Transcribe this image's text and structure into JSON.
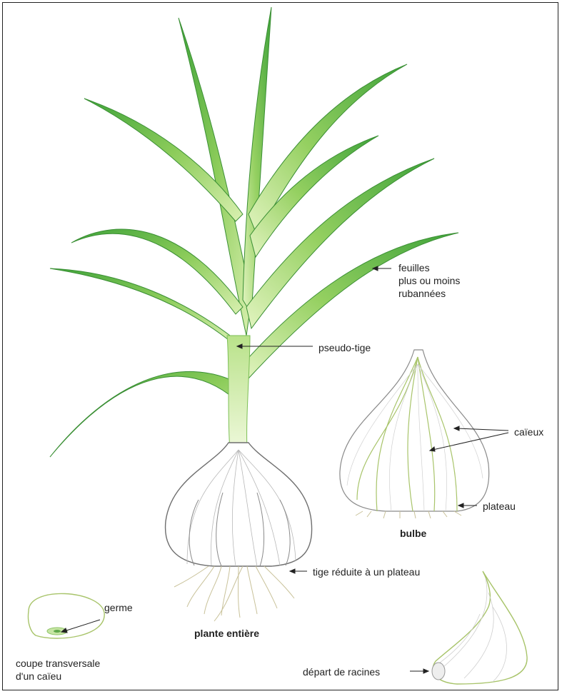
{
  "labels": {
    "leaves": [
      "feuilles",
      "plus ou moins",
      "rubannées"
    ],
    "pseudo_stem": "pseudo-tige",
    "cloves": "caïeux",
    "basal_plate": "plateau",
    "bulb": "bulbe",
    "reduced_stem": "tige réduite à un plateau",
    "germ": "germe",
    "cross_section": [
      "coupe transversale",
      "d'un caïeu"
    ],
    "whole_plant": "plante entière",
    "root_start": "départ de racines"
  },
  "colors": {
    "leaf_dark": "#3fa33a",
    "leaf_light": "#d9f0b0",
    "stem": "#e6f5c8",
    "bulb_line": "#6f6f6f",
    "bulb_fill": "#ffffff",
    "clove_edge": "#a8c46a",
    "root": "#c9c29a",
    "label": "#222222"
  }
}
